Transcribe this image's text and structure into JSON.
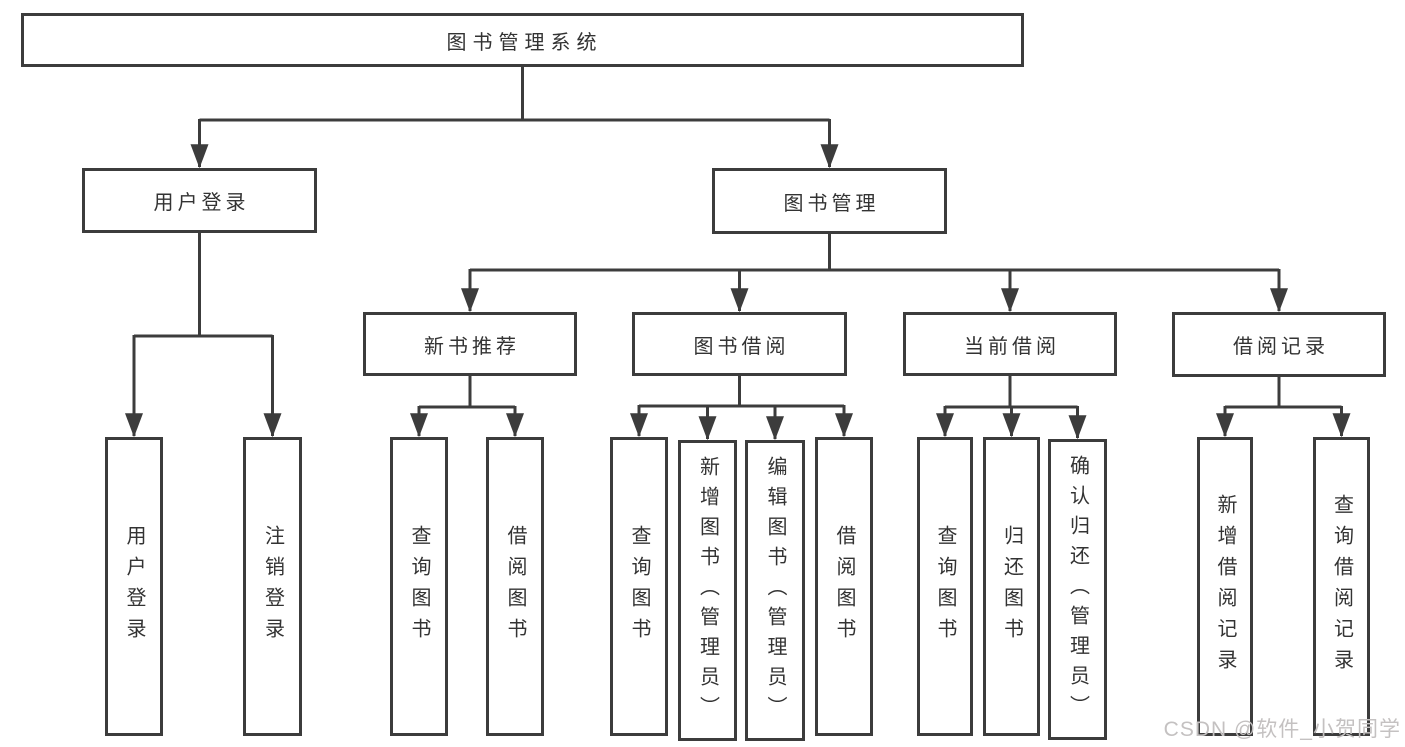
{
  "nodes": {
    "root": "图书管理系统",
    "user_login": "用户登录",
    "book_mgmt": "图书管理",
    "new_book_rec": "新书推荐",
    "book_borrow": "图书借阅",
    "current_borrow": "当前借阅",
    "borrow_records": "借阅记录",
    "leaf_user_login": "用户登录",
    "leaf_logout": "注销登录",
    "leaf_nbr_query": "查询图书",
    "leaf_nbr_borrow": "借阅图书",
    "leaf_bb_query": "查询图书",
    "leaf_bb_add": "新增图书（管理员）",
    "leaf_bb_edit": "编辑图书（管理员）",
    "leaf_bb_borrow": "借阅图书",
    "leaf_cb_query": "查询图书",
    "leaf_cb_return": "归还图书",
    "leaf_cb_confirm": "确认归还（管理员）",
    "leaf_br_add": "新增借阅记录",
    "leaf_br_query": "查询借阅记录"
  },
  "hierarchy": {
    "图书管理系统": {
      "用户登录": [
        "用户登录",
        "注销登录"
      ],
      "图书管理": {
        "新书推荐": [
          "查询图书",
          "借阅图书"
        ],
        "图书借阅": [
          "查询图书",
          "新增图书（管理员）",
          "编辑图书（管理员）",
          "借阅图书"
        ],
        "当前借阅": [
          "查询图书",
          "归还图书",
          "确认归还（管理员）"
        ],
        "借阅记录": [
          "新增借阅记录",
          "查询借阅记录"
        ]
      }
    }
  },
  "watermark": "CSDN @软件_小贺同学",
  "colors": {
    "line": "#3c3c3c",
    "text": "#333333",
    "background": "#ffffff",
    "watermark_text": "#c4c1c1"
  }
}
